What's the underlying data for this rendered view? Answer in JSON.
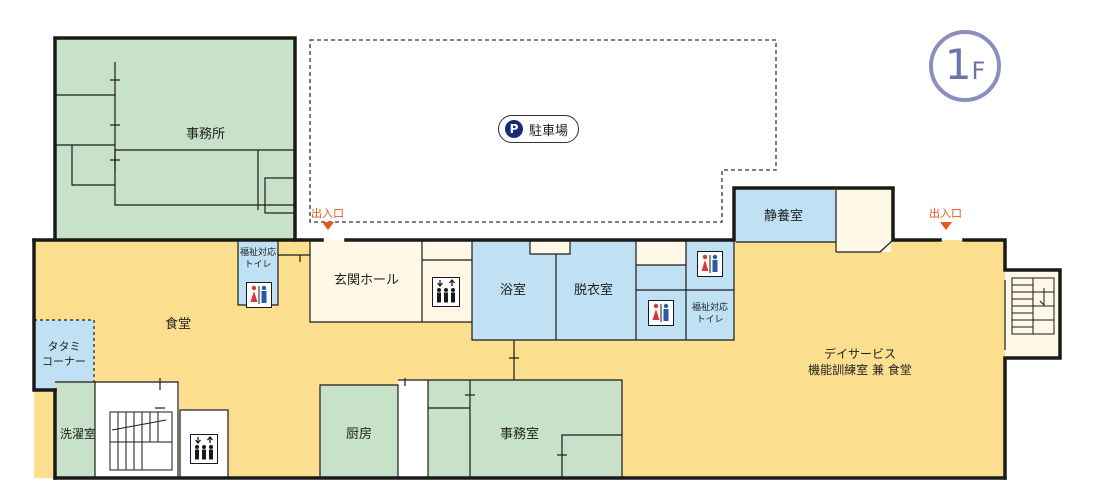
{
  "floor": {
    "number": "1",
    "unit": "F"
  },
  "parking": {
    "icon": "P",
    "label": "駐車場"
  },
  "entrances": {
    "left": "出入口",
    "right": "出入口"
  },
  "rooms": {
    "office_top": "事務所",
    "dining": "食堂",
    "tatami": "タタミ\nコーナー",
    "laundry": "洗濯室",
    "accessible_toilet_left": "福祉対応\nトイレ",
    "entrance_hall": "玄関ホール",
    "bath": "浴室",
    "changing_room": "脱衣室",
    "accessible_toilet_right": "福祉対応\nトイレ",
    "rest_room": "静養室",
    "day_service": "デイサービス\n機能訓練室 兼 食堂",
    "kitchen": "厨房",
    "office_bottom": "事務室"
  },
  "icons": {
    "elevator": "elevator-icon",
    "toilet": "restroom-icon",
    "stairs": "stairs-icon",
    "parking": "parking-icon"
  },
  "colors": {
    "green_room": "#c7e2c8",
    "blue_room": "#bfe1f3",
    "common_area": "#fbdf8f",
    "hall": "#fff8e6",
    "wall": "#1a1a1a",
    "entrance_arrow": "#e8561b",
    "floor_badge": "#8a8fbe",
    "toilet_men": "#2a5aa8",
    "toilet_women": "#d73a3a"
  }
}
